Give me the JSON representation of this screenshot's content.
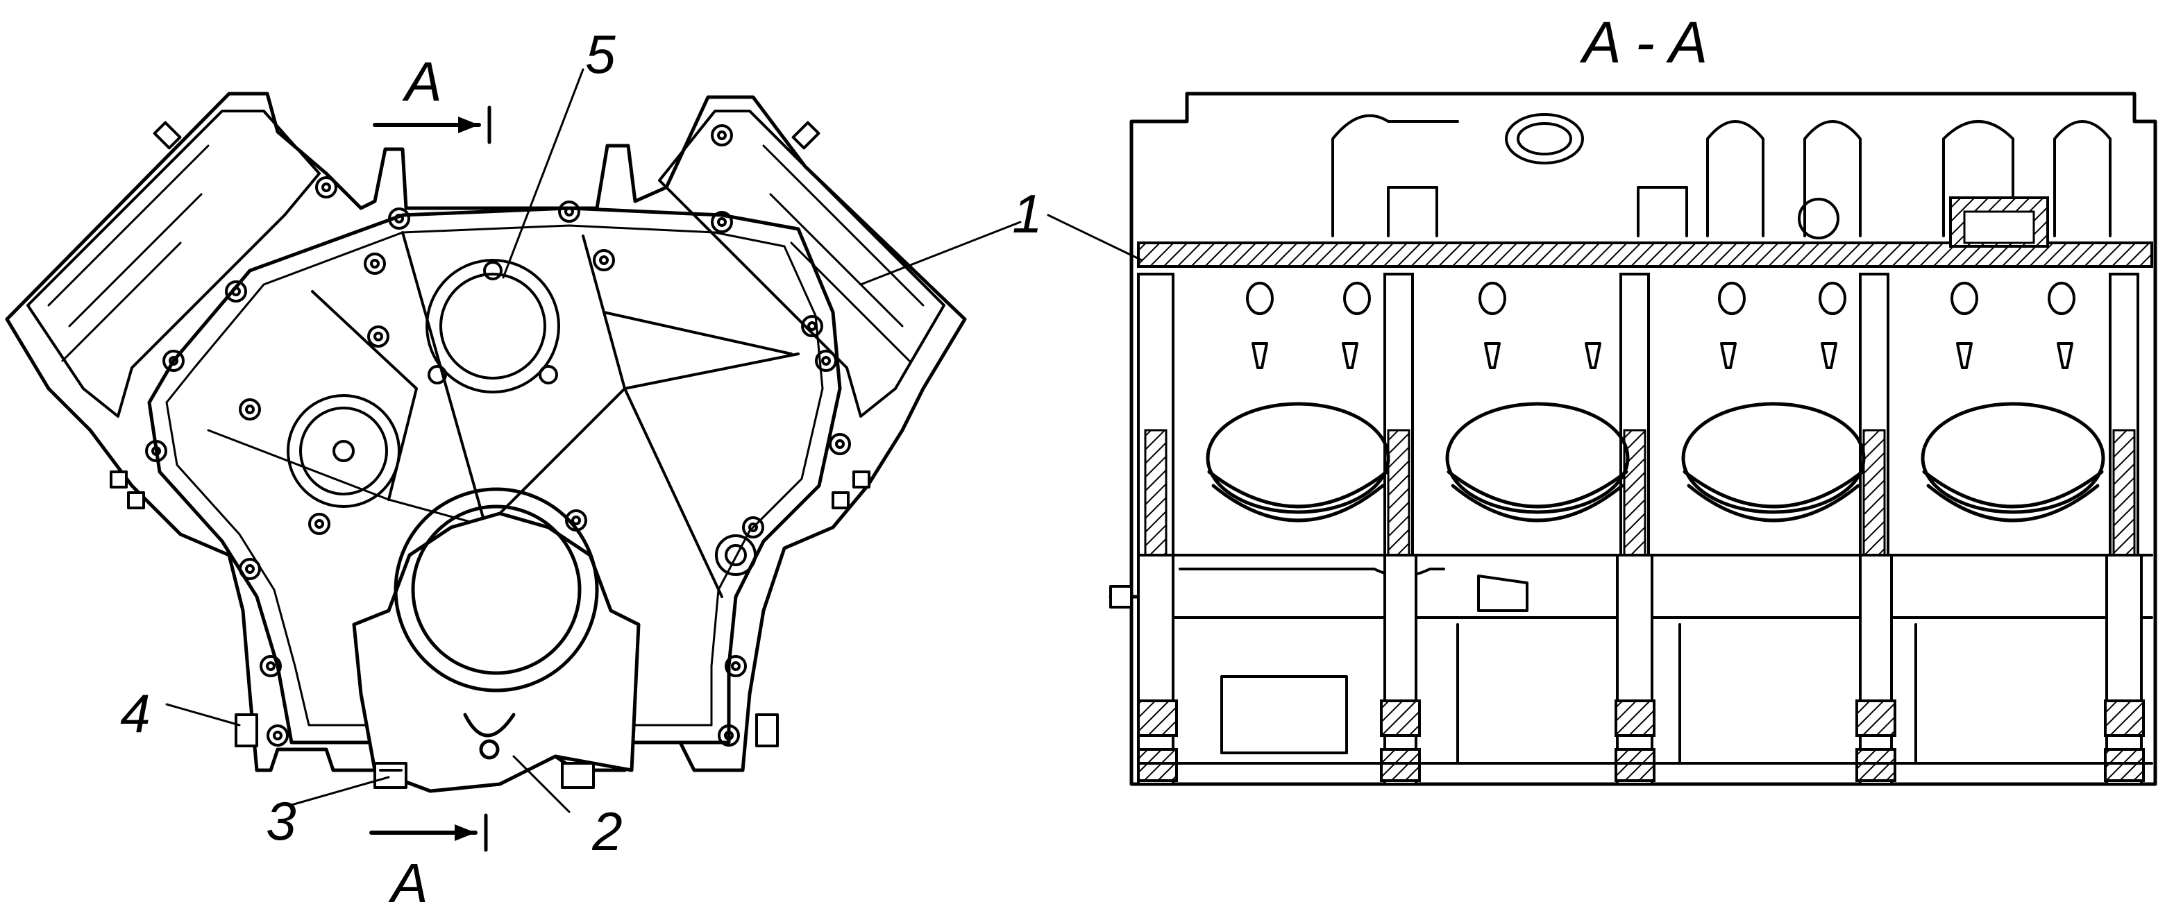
{
  "section_title": "A - A",
  "section_marks": {
    "top": "A",
    "bottom": "A"
  },
  "callouts": {
    "c1": "1",
    "c2": "2",
    "c3": "3",
    "c4": "4",
    "c5": "5"
  }
}
